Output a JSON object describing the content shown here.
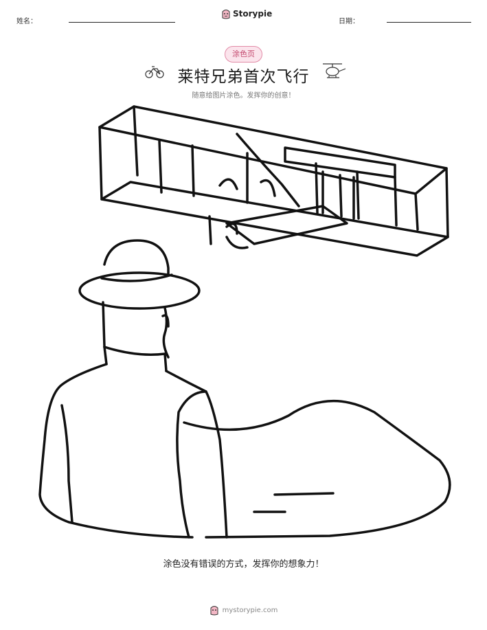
{
  "header": {
    "name_label": "姓名：",
    "brand": "Storypie",
    "date_label": "日期："
  },
  "badge": "涂色页",
  "title": "莱特兄弟首次飞行",
  "subtitle": "随意给图片涂色。发挥你的创意！",
  "caption": "涂色没有错误的方式，发挥你的想象力！",
  "footer": {
    "site": "mystorypie.com"
  },
  "icons": [
    "bicycle-icon",
    "helicopter-icon",
    "storypie-logo-icon"
  ]
}
